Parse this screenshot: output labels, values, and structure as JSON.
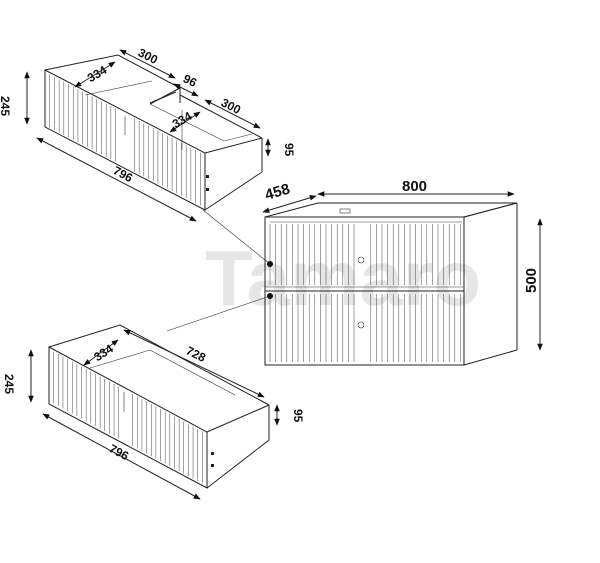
{
  "watermark": "Tamaro",
  "top_drawer": {
    "dims": {
      "width": "796",
      "height": "245",
      "depth_left": "334",
      "width_left": "300",
      "gap": "96",
      "depth_right": "334",
      "width_right": "300",
      "inner_height": "95"
    }
  },
  "cabinet": {
    "dims": {
      "depth": "458",
      "width": "800",
      "height": "500"
    }
  },
  "bottom_drawer": {
    "dims": {
      "width": "796",
      "height": "245",
      "depth": "334",
      "inner_width": "728",
      "inner_height": "95"
    }
  },
  "colors": {
    "line": "#222222",
    "dot": "#111111",
    "watermark": "#e6e6e6"
  }
}
